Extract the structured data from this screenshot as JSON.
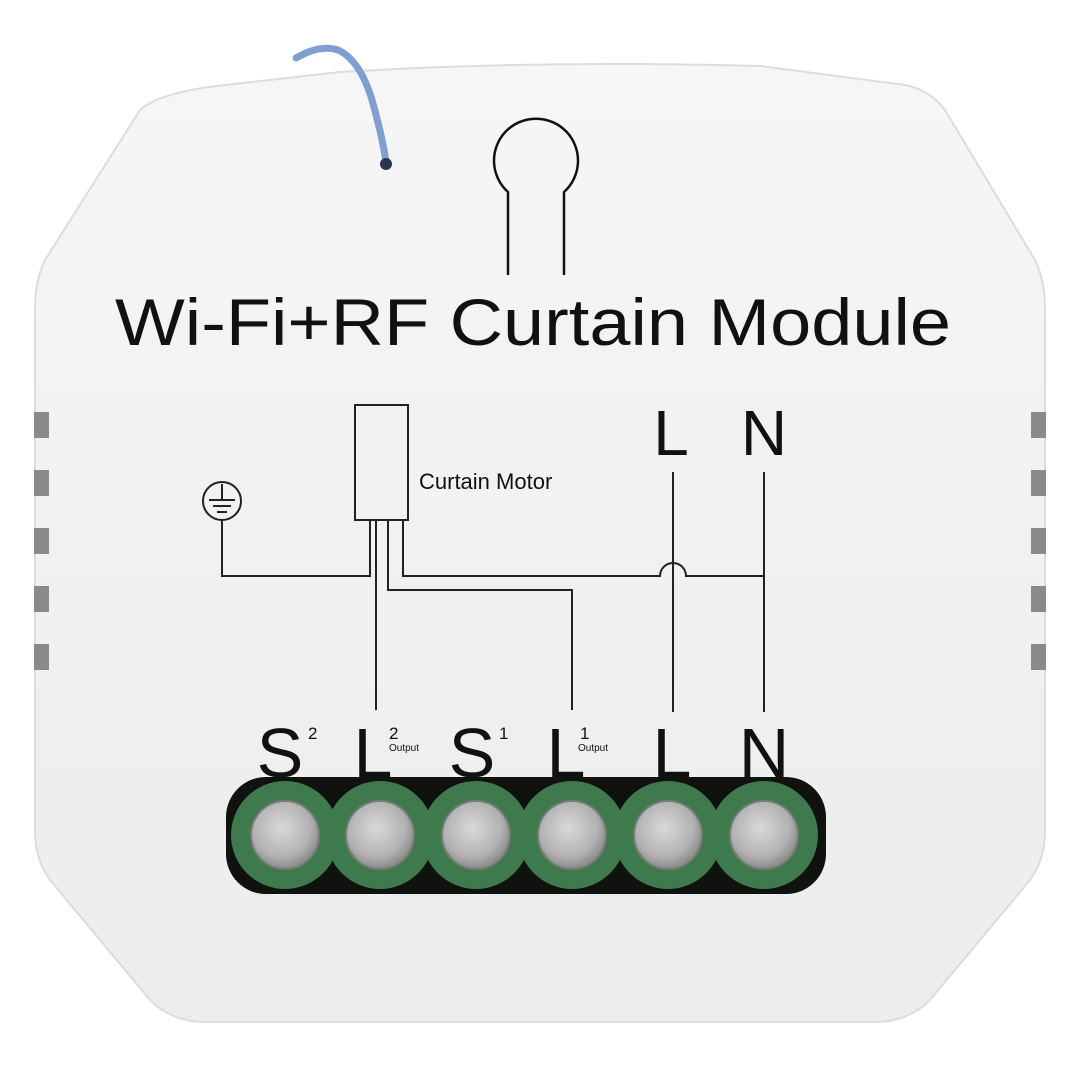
{
  "product": {
    "title": "Wi-Fi+RF Curtain Module",
    "motor_label": "Curtain Motor"
  },
  "mains_labels": {
    "line": "L",
    "neutral": "N"
  },
  "terminals": [
    {
      "main": "S",
      "sup": "2",
      "sub": ""
    },
    {
      "main": "L",
      "sup": "2",
      "sub": "Output"
    },
    {
      "main": "S",
      "sup": "1",
      "sub": ""
    },
    {
      "main": "L",
      "sup": "1",
      "sub": "Output"
    },
    {
      "main": "L",
      "sup": "",
      "sub": ""
    },
    {
      "main": "N",
      "sup": "",
      "sub": ""
    }
  ],
  "icons": {
    "ground": "ground-icon",
    "antenna": "antenna-wire",
    "screw": "terminal-screw-icon"
  },
  "colors": {
    "housing": "#f3f3f3",
    "text": "#111111",
    "terminal_block": "#3f7a4e",
    "antenna_wire": "#7f9fd1",
    "vent": "#8a8a8a"
  }
}
